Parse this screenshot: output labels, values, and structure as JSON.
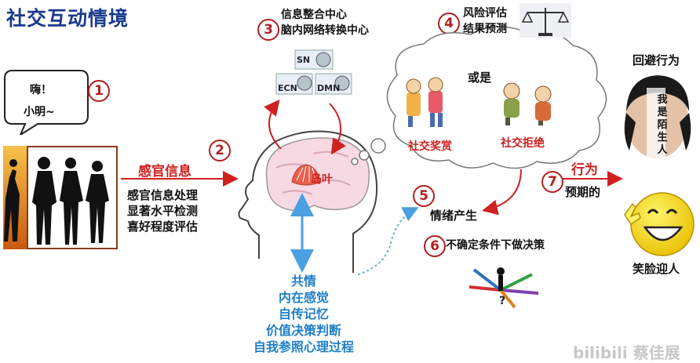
{
  "title": "社交互动情境",
  "speech_bubble": {
    "line1": "嗨！",
    "line2": "小明~"
  },
  "steps": {
    "s1": "1",
    "s2": "2",
    "s3": "3",
    "s4": "4",
    "s5": "5",
    "s6": "6",
    "s7": "7"
  },
  "sensory": {
    "heading": "感官信息",
    "lines": [
      "感官信息处理",
      "显著水平检测",
      "喜好程度评估"
    ]
  },
  "hub": {
    "line1": "信息整合中心",
    "line2": "脑内网络转换中心"
  },
  "networks": {
    "sn": "SN",
    "ecn": "ECN",
    "dmn": "DMN"
  },
  "insula": "岛叶",
  "risk": {
    "line1": "风险评估",
    "line2": "结果预测"
  },
  "thought": {
    "or": "或是",
    "reward": "社交奖赏",
    "rejection": "社交拒绝"
  },
  "emotion": "情绪产生",
  "uncertain": "不确定条件下做决策",
  "behavior": {
    "heading": "行为",
    "expected": "预期的"
  },
  "avoid": {
    "heading": "回避行为",
    "stranger_lines": [
      "我",
      "是",
      "陌",
      "生",
      "人"
    ]
  },
  "smile": "笑脸迎人",
  "empathy": [
    "共情",
    "内在感觉",
    "自传记忆",
    "价值决策判断",
    "自我参照心理过程"
  ],
  "watermark": "bilibili 蔡佳展",
  "colors": {
    "title": "#1a3a8f",
    "red": "#d02020",
    "blue": "#1f7fc8"
  }
}
